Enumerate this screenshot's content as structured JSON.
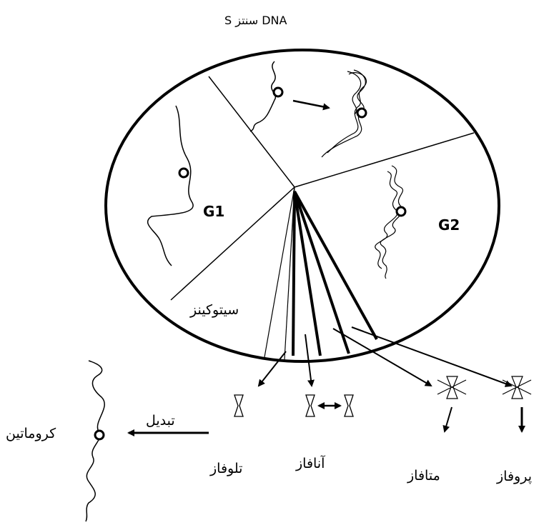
{
  "diagram": {
    "title_s_phase": "S سنتز DNA",
    "phase_g1": "G1",
    "phase_g2": "G2",
    "cytokinesis": "سیتوکینز",
    "telophase": "تلوفاز",
    "anaphase": "آنافاز",
    "metaphase": "متافاز",
    "prophase": "پروفاز",
    "conversion": "تبدیل",
    "chromatin": "کروماتین"
  }
}
